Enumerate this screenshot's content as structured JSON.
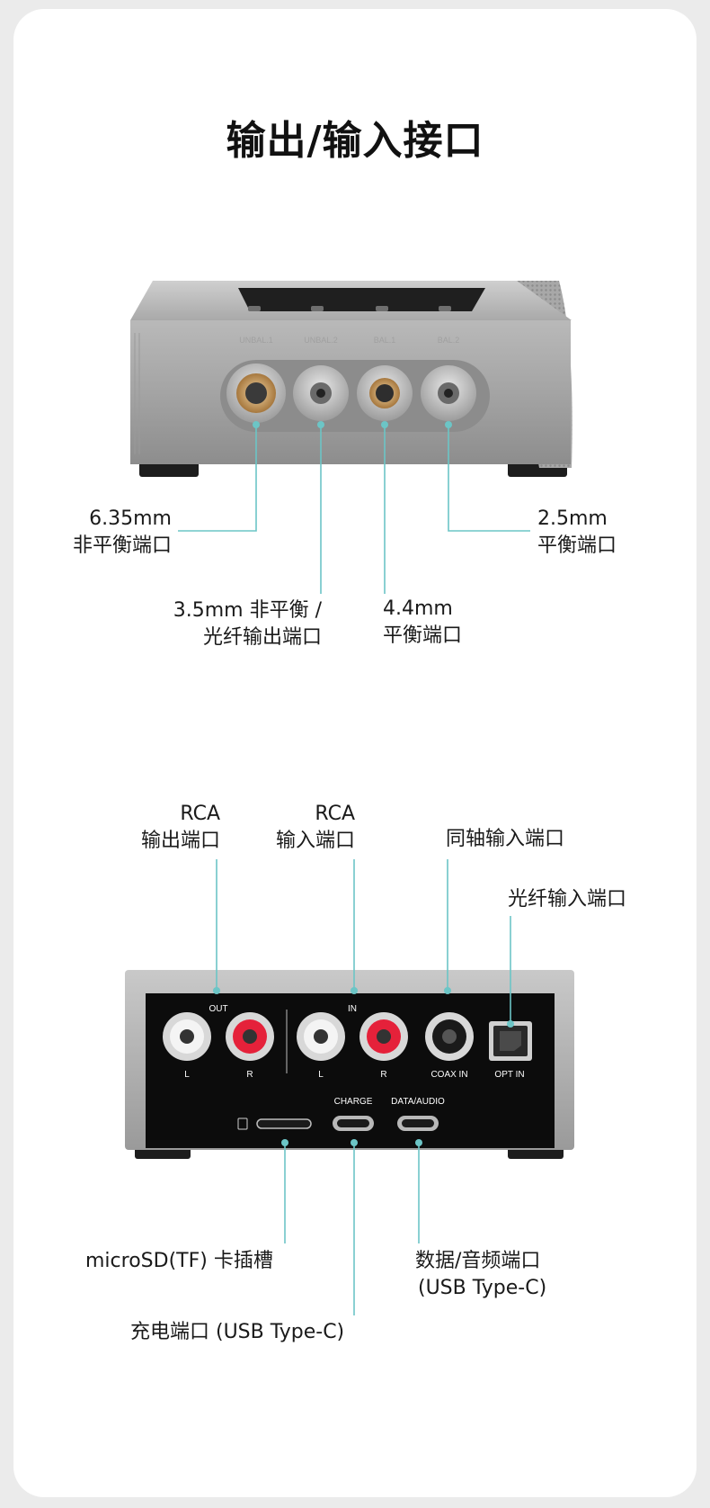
{
  "title": "输出/输入接口",
  "front": {
    "ports": [
      {
        "engraving": "UNBAL.1",
        "label": [
          "6.35mm",
          "非平衡端口"
        ]
      },
      {
        "engraving": "UNBAL.2",
        "label": [
          "3.5mm 非平衡 /",
          "光纤输出端口"
        ]
      },
      {
        "engraving": "BAL.1",
        "label": [
          "4.4mm",
          "平衡端口"
        ]
      },
      {
        "engraving": "BAL.2",
        "label": [
          "2.5mm",
          "平衡端口"
        ]
      }
    ]
  },
  "back": {
    "group_out": "OUT",
    "group_in": "IN",
    "jack_labels": [
      "L",
      "R",
      "L",
      "R",
      "COAX IN",
      "OPT IN"
    ],
    "charge": "CHARGE",
    "data_audio": "DATA/AUDIO",
    "callouts": {
      "rca_out": [
        "RCA",
        "输出端口"
      ],
      "rca_in": [
        "RCA",
        "输入端口"
      ],
      "coax": "同轴输入端口",
      "optical": "光纤输入端口",
      "microsd": "microSD(TF) 卡插槽",
      "data_port": [
        "数据/音频端口",
        "(USB Type-C)"
      ],
      "charge_port": "充电端口 (USB Type-C)"
    }
  },
  "colors": {
    "accent": "#6cc5c6",
    "background": "#ebebeb",
    "card": "#ffffff"
  }
}
